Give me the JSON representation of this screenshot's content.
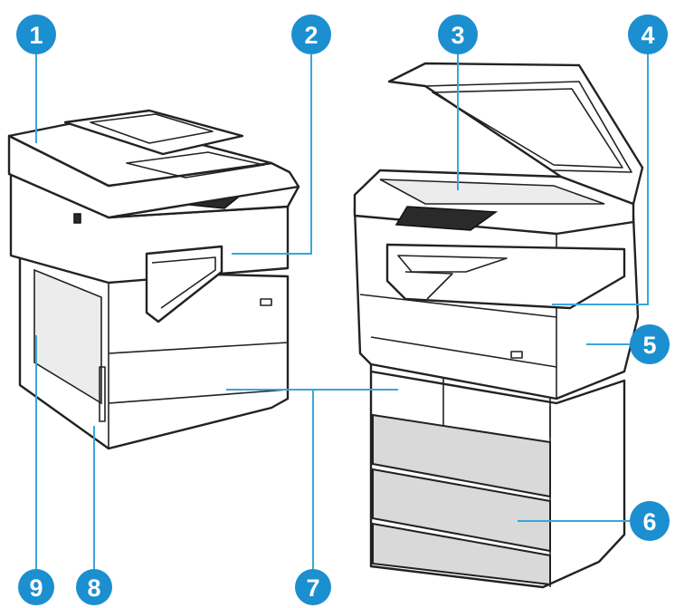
{
  "callouts": [
    {
      "id": "1",
      "label": "1"
    },
    {
      "id": "2",
      "label": "2"
    },
    {
      "id": "3",
      "label": "3"
    },
    {
      "id": "4",
      "label": "4"
    },
    {
      "id": "5",
      "label": "5"
    },
    {
      "id": "6",
      "label": "6"
    },
    {
      "id": "7",
      "label": "7"
    },
    {
      "id": "8",
      "label": "8"
    },
    {
      "id": "9",
      "label": "9"
    }
  ],
  "colors": {
    "badge": "#1b8fcf",
    "callout_line": "#3aa6dc",
    "outline": "#222222"
  }
}
